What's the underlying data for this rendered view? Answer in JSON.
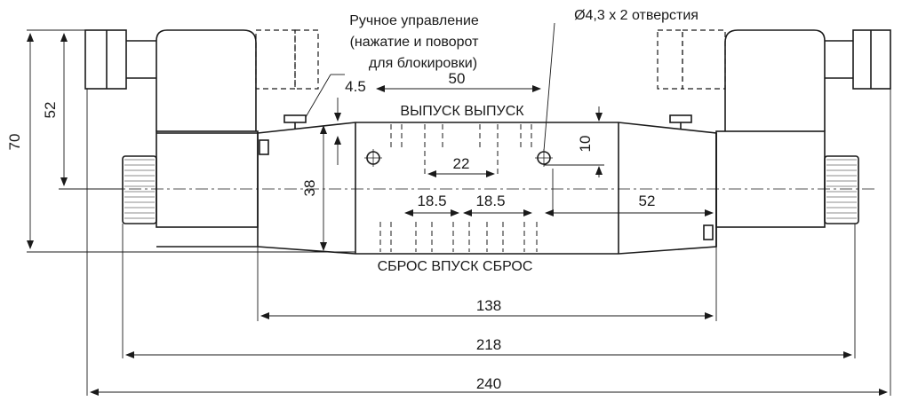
{
  "annotations": {
    "manual_line1": "Ручное управление",
    "manual_line2": "(нажатие и поворот",
    "manual_line3": "для блокировки)",
    "holes": "Ø4,3 х 2 отверстия",
    "outlets": "ВЫПУСК ВЫПУСК",
    "ports_bottom": "СБРОС ВПУСК СБРОС"
  },
  "dimensions": {
    "d240": "240",
    "d218": "218",
    "d138": "138",
    "d70": "70",
    "d52_vertical": "52",
    "d38": "38",
    "d50": "50",
    "d4_5": "4.5",
    "d10": "10",
    "d22": "22",
    "d18_5_left": "18.5",
    "d18_5_right": "18.5",
    "d52_horizontal": "52"
  },
  "colors": {
    "line": "#1a1a1a",
    "background": "#ffffff"
  }
}
